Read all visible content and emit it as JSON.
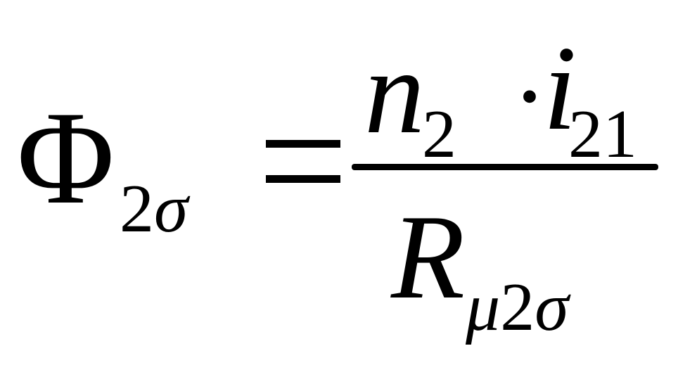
{
  "formula": {
    "lhs": {
      "symbol": "Φ",
      "subscript_digit": "2",
      "subscript_letter": "σ"
    },
    "equals": "=",
    "numerator": {
      "first_symbol": "n",
      "first_subscript": "2",
      "operator": "·",
      "second_symbol": "i",
      "second_subscript": "21"
    },
    "denominator": {
      "symbol": "R",
      "subscript_letter_1": "μ",
      "subscript_digit": "2",
      "subscript_letter_2": "σ"
    }
  }
}
